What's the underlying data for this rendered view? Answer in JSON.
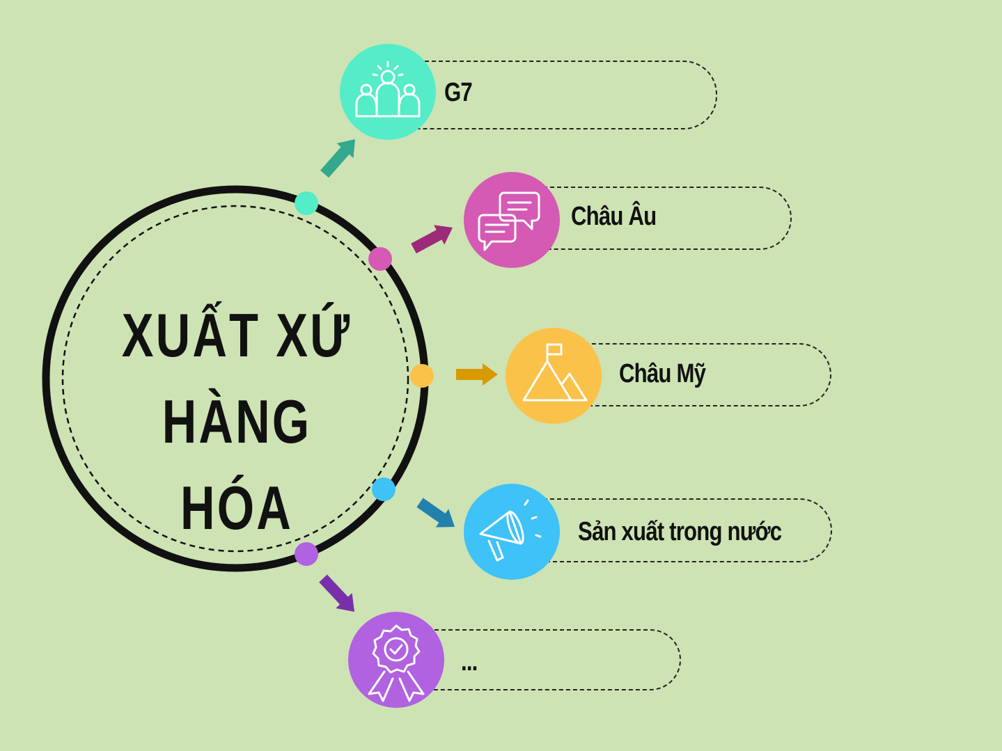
{
  "center": {
    "line1": "XUẤT XỨ",
    "line2": "HÀNG HÓA"
  },
  "branches": [
    {
      "label": "G7",
      "color": "#55ecc8",
      "arrow_color": "#34a88e",
      "icon": "team-icon"
    },
    {
      "label": "Châu Âu",
      "color": "#d55ab4",
      "arrow_color": "#9c2a78",
      "icon": "chat-icon"
    },
    {
      "label": "Châu Mỹ",
      "color": "#fbc24a",
      "arrow_color": "#d99a00",
      "icon": "mountain-flag-icon"
    },
    {
      "label": "Sản xuất trong nước",
      "color": "#3fc2f7",
      "arrow_color": "#2280ad",
      "icon": "megaphone-icon"
    },
    {
      "label": "...",
      "color": "#b062e0",
      "arrow_color": "#7a2faa",
      "icon": "award-badge-icon"
    }
  ],
  "colors": {
    "background": "#cde3b3",
    "ring": "#111111"
  }
}
